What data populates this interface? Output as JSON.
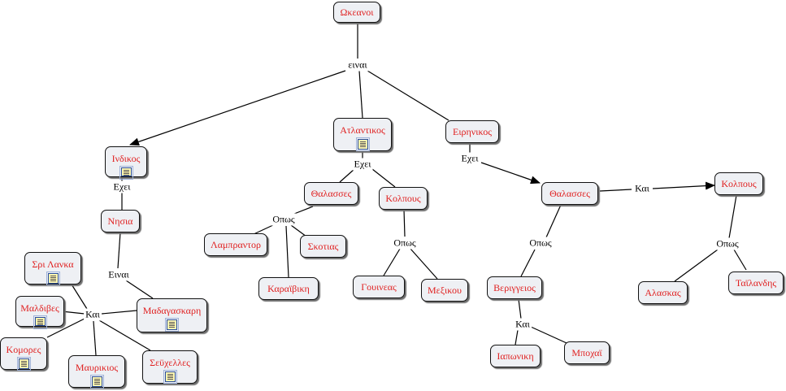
{
  "concepts": {
    "okeanoi": "Ωκεανοι",
    "indikos": "Ινδικος",
    "atlantikos": "Ατλαντικος",
    "eirinikos": "Ειρηνικος",
    "nisia": "Νησια",
    "sri_lanka": "Σρι Λανκα",
    "maldives": "Μαλδιβες",
    "komores": "Κομορες",
    "mavrikios": "Μαυρικιος",
    "seychelles": "Σεϋχελλες",
    "madagaskari": "Μαδαγασκαρη",
    "thalasses_atl": "Θαλασσες",
    "kolpous_atl": "Κολπους",
    "labrador": "Λαμπραντορ",
    "skotias": "Σκοτιας",
    "karaiviki": "Καραϊβικη",
    "gouineas": "Γουινεας",
    "mexikou": "Μεξικου",
    "thalasses_eir": "Θαλασσες",
    "kolpous_eir": "Κολπους",
    "veringeios": "Βεριγγειος",
    "iaponiki": "Ιαπωνικη",
    "bohai": "Μποχαϊ",
    "alaskas": "Αλασκας",
    "tailandis": "Ταϊλανδης"
  },
  "links": {
    "einai_top": "ειναι",
    "exei_ind": "Εχει",
    "einai_nis": "Ειναι",
    "kai_nis": "Και",
    "exei_atl": "Εχει",
    "opos_thal_atl": "Οπως",
    "opos_kolp_atl": "Οπως",
    "exei_eir": "Εχει",
    "kai_eir": "Και",
    "opos_thal_eir": "Οπως",
    "opos_kolp_eir": "Οπως",
    "kai_ver": "Και"
  },
  "colors": {
    "concept_text": "#e02020",
    "concept_fill": "#eef0f4",
    "line": "#000000"
  }
}
